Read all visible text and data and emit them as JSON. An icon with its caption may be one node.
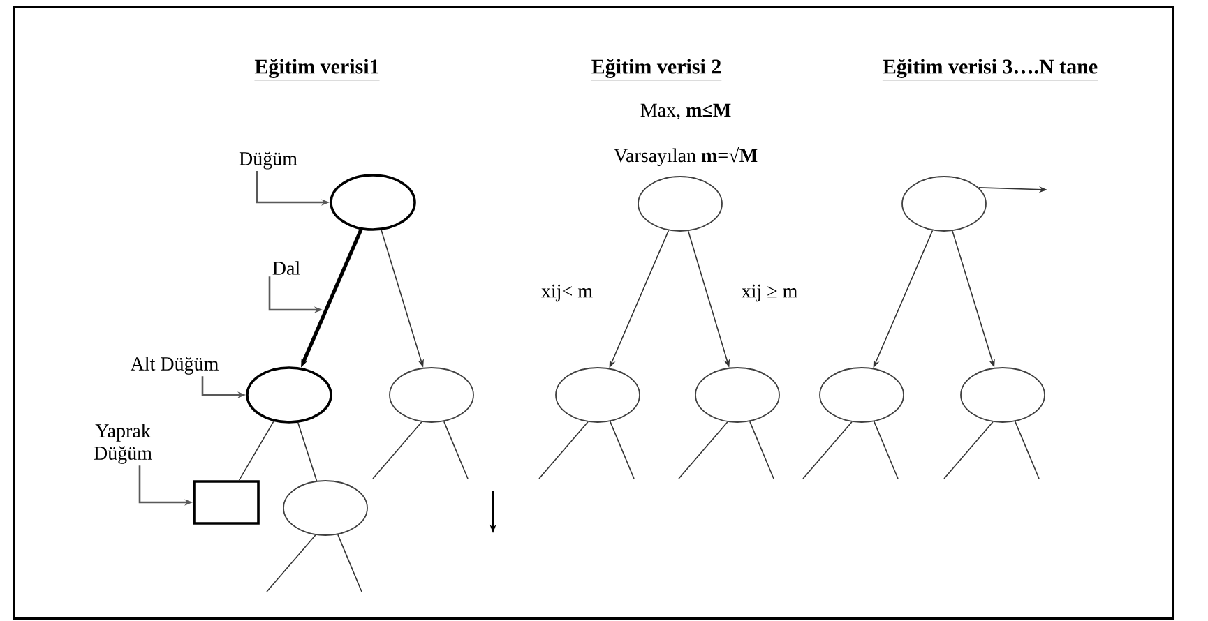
{
  "diagram": {
    "nodes": [
      {
        "text": [],
        "shape": "ellipse"
      },
      {
        "text": [],
        "shape": "ellipse"
      },
      {
        "text": [],
        "shape": "ellipse"
      },
      {
        "text": [],
        "shape": "box"
      },
      {
        "text": [],
        "shape": "ellipse"
      },
      {
        "text": [],
        "shape": "ellipse"
      },
      {
        "text": [],
        "shape": "ellipse"
      },
      {
        "text": [],
        "shape": "ellipse"
      },
      {
        "text": [],
        "shape": "ellipse"
      },
      {
        "text": [],
        "shape": "ellipse"
      },
      {
        "text": [],
        "shape": "ellipse"
      },
      {
        "text": [
          "Düğüm"
        ]
      },
      {
        "text": [
          "Dal"
        ]
      },
      {
        "text": [
          "Alt Düğüm"
        ]
      },
      {
        "text": [
          "Yaprak Düğüm"
        ]
      }
    ],
    "edges": [
      {
        "from": 0,
        "to": 1,
        "arrow": "to",
        "style": "thick"
      },
      {
        "from": 0,
        "to": 2,
        "arrow": "to"
      },
      {
        "from": 1,
        "to": 3,
        "arrow": "none"
      },
      {
        "from": 1,
        "to": 4,
        "arrow": "none"
      },
      {
        "from": 2,
        "to": null,
        "arrow": "none"
      },
      {
        "from": 2,
        "to": null,
        "arrow": "none"
      },
      {
        "from": 4,
        "to": null,
        "arrow": "none"
      },
      {
        "from": 4,
        "to": null,
        "arrow": "none"
      },
      {
        "from": 5,
        "to": 6,
        "arrow": "to",
        "label": "xij< m"
      },
      {
        "from": 5,
        "to": 7,
        "arrow": "to",
        "label": "xij ≥ m"
      },
      {
        "from": 6,
        "to": null,
        "arrow": "none"
      },
      {
        "from": 6,
        "to": null,
        "arrow": "none"
      },
      {
        "from": 7,
        "to": null,
        "arrow": "none"
      },
      {
        "from": 7,
        "to": null,
        "arrow": "none"
      },
      {
        "from": 8,
        "to": 9,
        "arrow": "to"
      },
      {
        "from": 8,
        "to": 10,
        "arrow": "to"
      },
      {
        "from": 8,
        "to": null,
        "arrow": "to"
      },
      {
        "from": 9,
        "to": null,
        "arrow": "none"
      },
      {
        "from": 9,
        "to": null,
        "arrow": "none"
      },
      {
        "from": 10,
        "to": null,
        "arrow": "none"
      },
      {
        "from": 10,
        "to": null,
        "arrow": "none"
      },
      {
        "from": 11,
        "to": 0,
        "arrow": "to"
      },
      {
        "from": 12,
        "to": null,
        "arrow": "to"
      },
      {
        "from": 13,
        "to": 1,
        "arrow": "to"
      },
      {
        "from": 14,
        "to": 3,
        "arrow": "to"
      }
    ],
    "labels": [
      "Eğitim verisi1",
      "Eğitim verisi 2",
      "Eğitim verisi 3….N tane",
      "Max, **m≤M**",
      "Varsayılan **m=√M**"
    ]
  }
}
